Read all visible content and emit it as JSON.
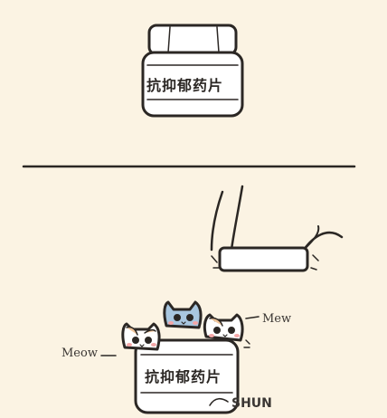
{
  "panel_top": {
    "jar_label": "抗抑郁药片"
  },
  "panel_bottom": {
    "jar_label": "抗抑郁药片",
    "sfx_meow": "Meow",
    "sfx_mew": "Mew",
    "sfx_shun": "SHUN"
  },
  "colors": {
    "background": "#fbf3e3",
    "ink": "#2b2724",
    "jar_fill": "#ffffff",
    "cat_blue": "#a9c7e0",
    "cat_orange": "#f0c59b",
    "cat_pink": "#f4a7a7"
  }
}
